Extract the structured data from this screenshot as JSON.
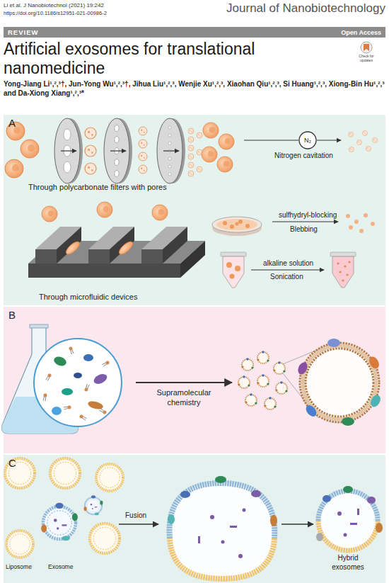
{
  "diagram": {
    "title": "Artificial exosomes for translational nanomedicine",
    "nodes": [
      {
        "text": [
          "REVIEW",
          "Open Access"
        ]
      },
      {
        "text": [
          "A"
        ]
      },
      {
        "text": [
          "N₂"
        ],
        "in": 1
      },
      {
        "text": [
          "B"
        ]
      },
      {
        "text": [
          "C"
        ]
      }
    ],
    "labels": [
      "Li et al. J Nanobiotechnol          (2021) 19:242",
      "https://doi.org/10.1186/s12951-021-00986-2",
      "Journal of Nanobiotechnology",
      "Check for updates",
      "Yong-Jiang Li¹,²,³†, Jun-Yong Wu¹,²,³†, Jihua Liu¹,²,³, Wenjie Xu¹,²,³, Xiaohan Qiu¹,²,³, Si Huang¹,²,³, Xiong-Bin Hu¹,²,³ and Da-Xiong Xiang¹,²,³*",
      "Through polycarbonate filters with pores",
      "Through microfluidic devices",
      "Nitrogen cavitation",
      "sulfhydryl-blocking",
      "Blebbing",
      "alkaline solution",
      "Sonication",
      "Supramolecular chemistry",
      "Liposome",
      "Exosome",
      "Fusion",
      "Hybrid exosomes"
    ]
  }
}
